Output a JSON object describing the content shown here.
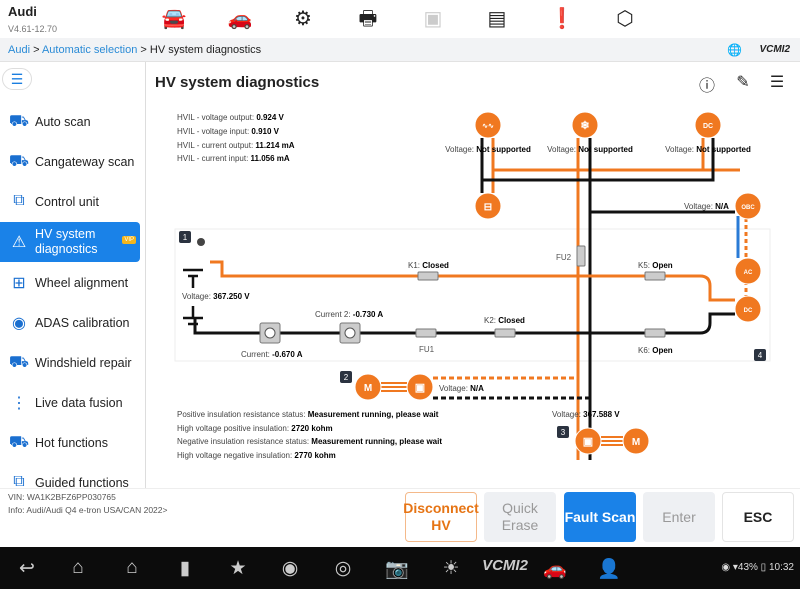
{
  "header": {
    "title": "Audi",
    "version": "V4.61-12.70",
    "icons": [
      "remote-diagnostics-icon",
      "vehicle-swap-icon",
      "settings-gear-icon",
      "print-icon",
      "help-disabled-icon",
      "save-data-icon",
      "feedback-alert-icon",
      "user-profile-icon"
    ]
  },
  "breadcrumb": {
    "items": [
      "Audi",
      "Automatic selection"
    ],
    "current": "HV system diagnostics",
    "sep": " > ",
    "vci": "VCMI2"
  },
  "sidebar": {
    "items": [
      {
        "label": "Auto scan",
        "icon": "auto-scan-icon"
      },
      {
        "label": "Cangateway scan",
        "icon": "gateway-scan-icon"
      },
      {
        "label": "Control unit",
        "icon": "control-unit-icon"
      },
      {
        "label": "HV system diagnostics",
        "icon": "hv-warning-icon",
        "active": true,
        "badge": "VIP"
      },
      {
        "label": "Wheel alignment",
        "icon": "wheel-alignment-icon"
      },
      {
        "label": "ADAS calibration",
        "icon": "adas-icon"
      },
      {
        "label": "Windshield repair",
        "icon": "windshield-icon"
      },
      {
        "label": "Live data fusion",
        "icon": "live-data-icon"
      },
      {
        "label": "Hot functions",
        "icon": "hot-functions-icon"
      },
      {
        "label": "Guided functions",
        "icon": "guided-functions-icon"
      }
    ]
  },
  "main": {
    "title": "HV system diagnostics",
    "hvil": [
      {
        "label": "HVIL - voltage output: ",
        "value": "0.924 V"
      },
      {
        "label": "HVIL - voltage input: ",
        "value": "0.910 V"
      },
      {
        "label": "HVIL - current output: ",
        "value": "11.214 mA"
      },
      {
        "label": "HVIL - current input: ",
        "value": "11.056 mA"
      }
    ],
    "insulation": [
      {
        "label": "Positive insulation resistance status: ",
        "value": "Measurement running, please wait"
      },
      {
        "label": "High voltage positive insulation: ",
        "value": "2720 kohm"
      },
      {
        "label": "Negative insulation resistance status: ",
        "value": "Measurement running, please wait"
      },
      {
        "label": "High voltage negative insulation: ",
        "value": "2770 kohm"
      }
    ],
    "diagram": {
      "voltage_label": "Voltage: ",
      "heater_voltage": "Not supported",
      "ac_voltage": "Not supported",
      "dcdc_voltage": "Not supported",
      "obc_voltage": "N/A",
      "battery_voltage": "367.250 V",
      "front_motor_voltage": "N/A",
      "rear_motor_voltage": "367.588 V",
      "k1": {
        "label": "K1: ",
        "state": "Closed"
      },
      "k2": {
        "label": "K2: ",
        "state": "Closed"
      },
      "k5": {
        "label": "K5: ",
        "state": "Open"
      },
      "k6": {
        "label": "K6: ",
        "state": "Open"
      },
      "fu1": "FU1",
      "fu2": "FU2",
      "current": {
        "label": "Current: ",
        "value": "-0.670 A"
      },
      "current2": {
        "label": "Current 2: ",
        "value": "-0.730 A"
      },
      "zones": [
        "1",
        "2",
        "3",
        "4"
      ],
      "node_text": {
        "dcdc": "DC",
        "obc": "OBC",
        "motor": "M",
        "dc": "DC",
        "ac": "AC"
      }
    },
    "colors": {
      "hv_positive": "#f07820",
      "hv_negative": "#111111",
      "accent": "#1a82e8"
    }
  },
  "footer": {
    "vin": "VIN: WA1K2BFZ6PP030765",
    "info": "Info: Audi/Audi Q4 e-tron USA/CAN 2022>",
    "buttons": {
      "disconnect": "Disconnect HV",
      "quick_erase": "Quick Erase",
      "fault_scan": "Fault Scan",
      "enter": "Enter",
      "esc": "ESC"
    }
  },
  "android": {
    "vci": "VCMI2",
    "battery": "43%",
    "time": "10:32"
  }
}
